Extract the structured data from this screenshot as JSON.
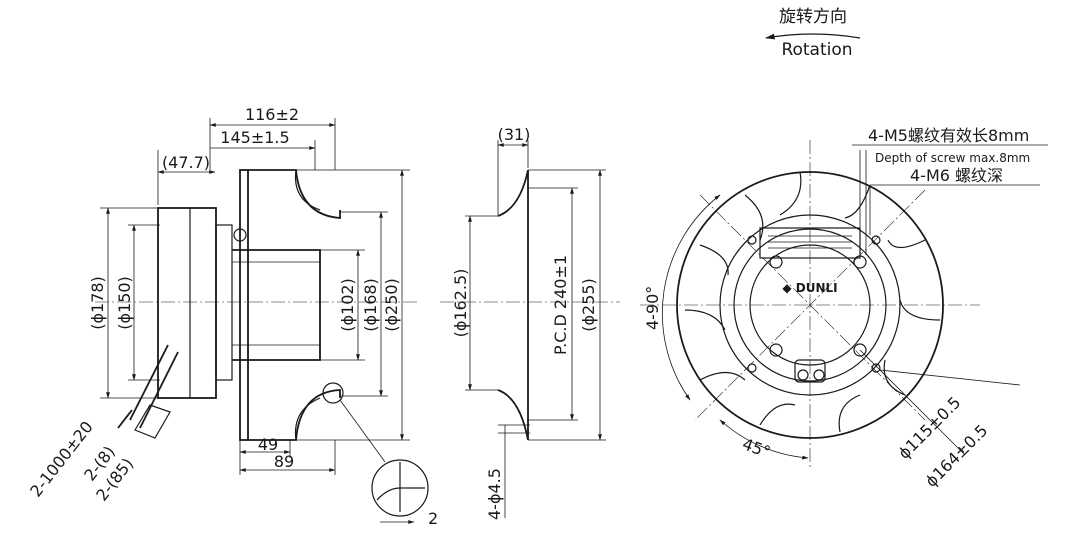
{
  "rotation": {
    "label_cn": "旋转方向",
    "label_en": "Rotation"
  },
  "side_view": {
    "dims": {
      "d116": "116±2",
      "d145": "145±1.5",
      "d47": "(47.7)",
      "phi178": "(ϕ178)",
      "phi150": "(ϕ150)",
      "phi102": "(ϕ102)",
      "phi168": "(ϕ168)",
      "phi250": "(ϕ250)",
      "d49": "49",
      "d89": "89",
      "cable_len": "2-1000±20",
      "cable_8": "2-(8)",
      "cable_85": "2-(85)",
      "detail_2": "2"
    }
  },
  "ring_view": {
    "dims": {
      "d31": "(31)",
      "phi162": "(ϕ162.5)",
      "pcd": "P.C.D 240±1",
      "phi255": "(ϕ255)",
      "holes": "4-ϕ4.5"
    }
  },
  "front_view": {
    "notes": {
      "m5": "4-M5螺纹有效长8mm",
      "m5_en": "Depth of screw max.8mm",
      "m6": "4-M6 螺纹深"
    },
    "dims": {
      "angle90": "4-90°",
      "angle45": "45°",
      "phi115": "ϕ115±0.5",
      "phi164": "ϕ164±0.5"
    },
    "brand": "◆ DUNLI"
  }
}
